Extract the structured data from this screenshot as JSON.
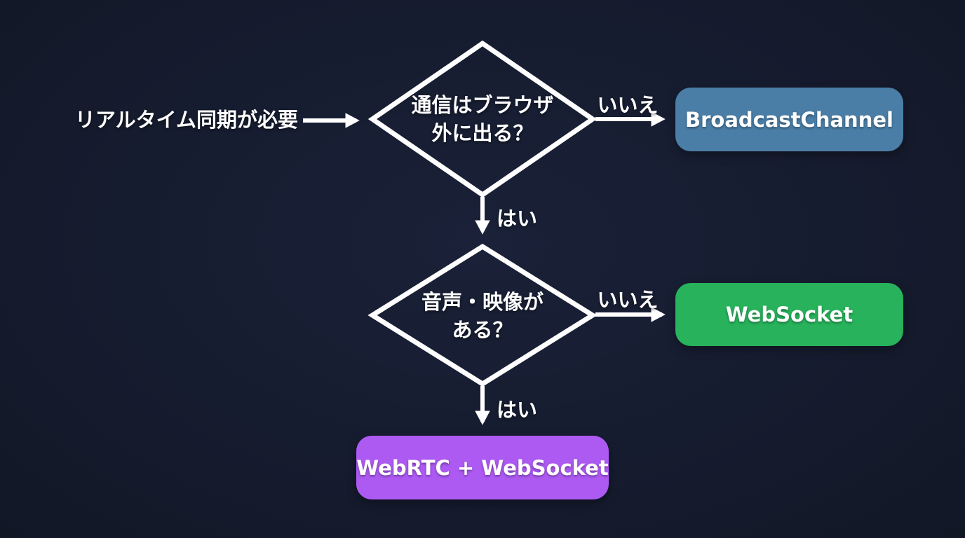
{
  "canvas": {
    "background_color": "#161c2f",
    "line_color": "#ffffff",
    "text_color": "#ffffff"
  },
  "flowchart": {
    "start_label": "リアルタイム同期が必要",
    "decisions": [
      {
        "line1": "通信はブラウザ",
        "line2": "外に出る？"
      },
      {
        "line1": "音声・映像が",
        "line2": "ある？"
      }
    ],
    "edge_labels": {
      "no1": "いいえ",
      "yes1": "はい",
      "no2": "いいえ",
      "yes2": "はい"
    },
    "results": [
      {
        "label": "BroadcastChannel",
        "color": "#4a7ea6"
      },
      {
        "label": "WebSocket",
        "color": "#27b25b"
      },
      {
        "label": "WebRTC + WebSocket",
        "color": "#ad5af3"
      }
    ]
  }
}
